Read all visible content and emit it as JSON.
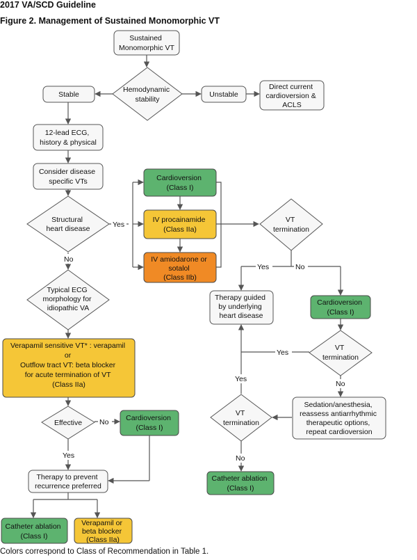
{
  "header": {
    "guideline": "2017 VA/SCD Guideline",
    "figure_title": "Figure 2. Management of Sustained Monomorphic VT"
  },
  "footnote": "Colors correspond to Class of Recommendation in Table 1.",
  "colors": {
    "class_i": "#5db36f",
    "class_iia": "#f5c637",
    "class_iib": "#f08a25",
    "neutral": "#f7f7f7"
  },
  "nodes": {
    "start": [
      "Sustained",
      "Monomorphic VT"
    ],
    "hemo": [
      "Hemodynamic",
      "stability"
    ],
    "stable": [
      "Stable"
    ],
    "unstable": [
      "Unstable"
    ],
    "dc": [
      "Direct current",
      "cardioversion &",
      "ACLS"
    ],
    "ecg": [
      "12-lead ECG,",
      "history & physical"
    ],
    "consider": [
      "Consider disease",
      "specific VTs"
    ],
    "structural": [
      "Structural",
      "heart disease"
    ],
    "cardio1": [
      "Cardioversion",
      "(Class I)"
    ],
    "procain": [
      "IV procainamide",
      "(Class IIa)"
    ],
    "amio": [
      "IV amiodarone or",
      "sotalol",
      "(Class IIb)"
    ],
    "vtterm1": [
      "VT",
      "termination"
    ],
    "typical": [
      "Typical ECG",
      "morphology for",
      "idiopathic VA"
    ],
    "therapy_guided": [
      "Therapy guided",
      "by underlying",
      "heart disease"
    ],
    "cardio2": [
      "Cardioversion",
      "(Class I)"
    ],
    "vtterm2": [
      "VT",
      "termination"
    ],
    "verapamil": [
      "Verapamil sensitive VT* : verapamil",
      "or",
      "Outflow tract VT: beta blocker",
      "for acute termination of VT",
      "(Class IIa)"
    ],
    "sedation": [
      "Sedation/anesthesia,",
      "reassess antiarrhythmic",
      "therapeutic options,",
      "repeat cardioversion"
    ],
    "effective": [
      "Effective"
    ],
    "cardio3": [
      "Cardioversion",
      "(Class I)"
    ],
    "vtterm3": [
      "VT",
      "termination"
    ],
    "prevent": [
      "Therapy to prevent",
      "recurrence preferred"
    ],
    "catheter1": [
      "Catheter ablation",
      "(Class I)"
    ],
    "catheter2": [
      "Catheter ablation",
      "(Class I)"
    ],
    "verapamil2": [
      "Verapamil or",
      "beta blocker",
      "(Class IIa)"
    ]
  },
  "edge_labels": {
    "structural_yes": "Yes",
    "structural_no": "No",
    "vtterm1_yes": "Yes",
    "vtterm1_no": "No",
    "vtterm2_yes": "Yes",
    "vtterm2_no": "No",
    "vtterm3_yes": "Yes",
    "vtterm3_no": "No",
    "effective_no": "No",
    "effective_yes": "Yes"
  }
}
